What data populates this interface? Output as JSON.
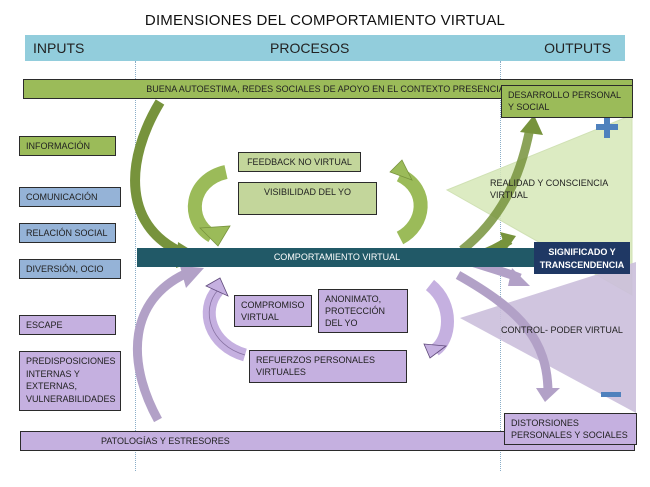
{
  "title": "DIMENSIONES DEL COMPORTAMIENTO VIRTUAL",
  "header": {
    "inputs": "INPUTS",
    "procesos": "PROCESOS",
    "outputs": "OUTPUTS"
  },
  "top_bar": "BUENA AUTOESTIMA, REDES SOCIALES DE APOYO EN EL CONTEXTO PRESENCIAL",
  "bottom_bar": "PATOLOGÍAS Y ESTRESORES",
  "inputs": [
    {
      "label": "INFORMACIÓN",
      "type": "positive"
    },
    {
      "label": "COMUNICACIÓN",
      "type": "neutral"
    },
    {
      "label": "RELACIÓN SOCIAL",
      "type": "neutral"
    },
    {
      "label": "DIVERSIÓN, OCIO",
      "type": "neutral"
    },
    {
      "label": "ESCAPE",
      "type": "negative"
    },
    {
      "label": "PREDISPOSICIONES INTERNAS Y EXTERNAS, VULNERABILIDADES",
      "type": "negative"
    }
  ],
  "processes": {
    "central": "COMPORTAMIENTO VIRTUAL",
    "positive_cycle": [
      "FEEDBACK NO VIRTUAL",
      "VISIBILIDAD DEL YO"
    ],
    "negative_cycle": [
      "COMPROMISO VIRTUAL",
      "ANONIMATO, PROTECCIÓN DEL YO",
      "REFUERZOS PERSONALES VIRTUALES"
    ]
  },
  "outputs": {
    "positive": "DESARROLLO PERSONAL Y SOCIAL",
    "positive_triangle": "REALIDAD Y CONSCIENCIA VIRTUAL",
    "central": "SIGNIFICADO Y TRANSCENDENCIA",
    "negative_triangle": "CONTROL- PODER VIRTUAL",
    "negative": "DISTORSIONES PERSONALES Y SOCIALES",
    "plus_symbol": "+",
    "minus_symbol": "−"
  },
  "colors": {
    "header": "#92cddc",
    "positive": "#9bbb59",
    "positive_light": "#c3d69b",
    "neutral": "#95b3d7",
    "negative": "#c5b0e0",
    "central": "#215967",
    "output_central": "#1f3864",
    "symbol": "#4f81bd"
  }
}
